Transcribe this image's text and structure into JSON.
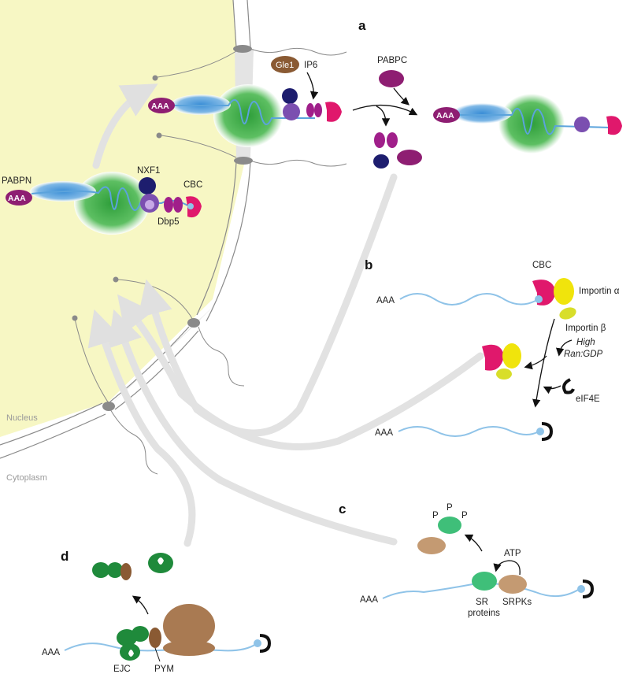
{
  "panels": {
    "a": "a",
    "b": "b",
    "c": "c",
    "d": "d"
  },
  "regions": {
    "nucleus": "Nucleus",
    "cytoplasm": "Cytoplasm"
  },
  "labels": {
    "pabpn": "PABPN",
    "aaa": "AAA",
    "nxf1": "NXF1",
    "cbc": "CBC",
    "dbp5": "Dbp5",
    "gle1": "Gle1",
    "ip6": "IP6",
    "pabpc": "PABPC",
    "importin_alpha": "Importin α",
    "importin_beta": "Importin β",
    "high": "High",
    "ran_gdp": "Ran:GDP",
    "eif4e": "eIF4E",
    "p": "P",
    "atp": "ATP",
    "sr": "SR",
    "proteins": "proteins",
    "srpks": "SRPKs",
    "ejc": "EJC",
    "pym": "PYM"
  },
  "colors": {
    "nucleus": "#f7f7c4",
    "rna": "#8fc3e8",
    "pabp": "#8e1e72",
    "blue_protein": "#5ba3dc",
    "green_core": "#2e9e3a",
    "nxf1": "#1d1d6e",
    "nxf1_p15": "#7b4fb0",
    "dbp5": "#a01f8a",
    "cbc": "#e0186c",
    "importin_alpha": "#f0e40c",
    "importin_beta": "#d8de2a",
    "gle1": "#8a5a33",
    "eif4e": "#111111",
    "sr": "#3fbf79",
    "srpk": "#c49a72",
    "ejc": "#1f8a3b",
    "pym": "#8a5a33"
  }
}
